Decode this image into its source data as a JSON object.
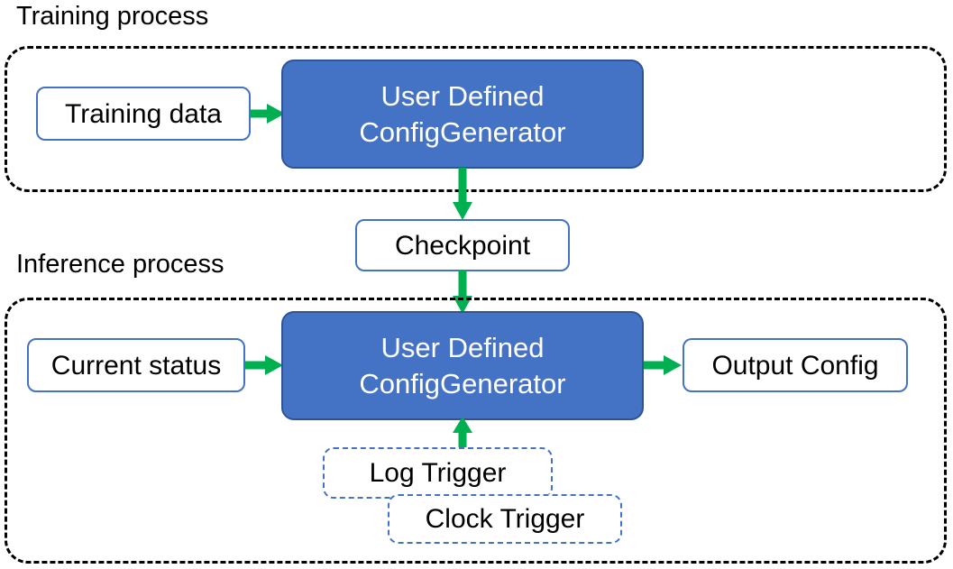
{
  "diagram": {
    "title_training": "Training process",
    "title_inference": "Inference process",
    "training": {
      "input_label": "Training data",
      "processor_line1": "User Defined",
      "processor_line2": "ConfigGenerator"
    },
    "checkpoint": {
      "label": "Checkpoint"
    },
    "inference": {
      "input_label": "Current status",
      "processor_line1": "User Defined",
      "processor_line2": "ConfigGenerator",
      "output_label": "Output Config",
      "trigger_log": "Log Trigger",
      "trigger_clock": "Clock Trigger"
    }
  },
  "colors": {
    "process_fill": "#4472C4",
    "process_border": "#2E5496",
    "box_border": "#4472C4",
    "arrow": "#00B050",
    "container_border": "#000000",
    "text_dark": "#000000",
    "text_light": "#FFFFFF"
  }
}
